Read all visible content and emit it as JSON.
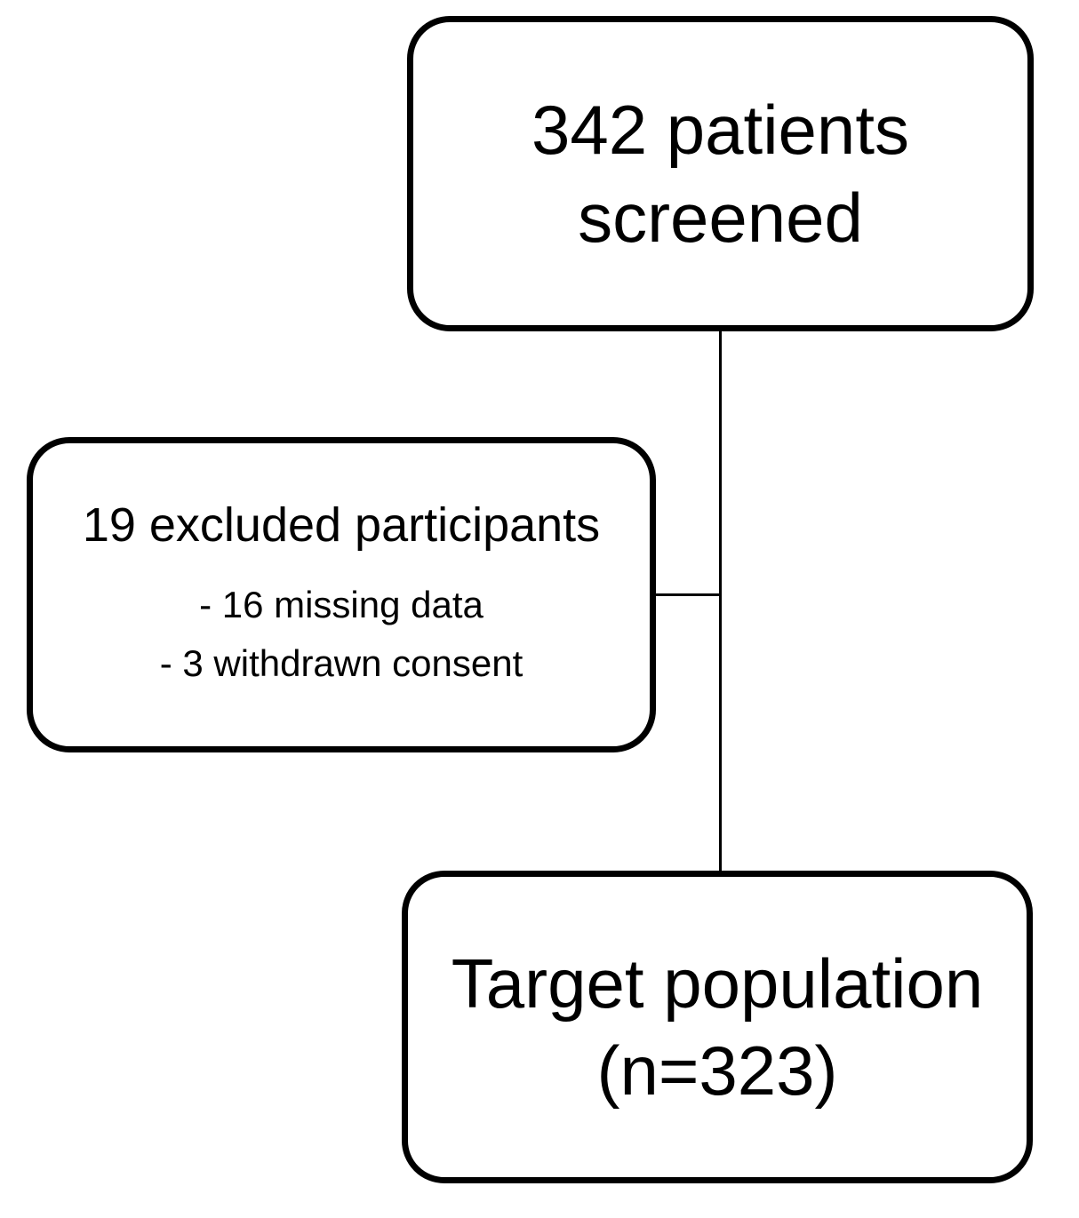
{
  "diagram": {
    "type": "flowchart",
    "colors": {
      "background": "#ffffff",
      "box_border": "#000000",
      "text": "#000000",
      "connector": "#000000"
    },
    "nodes": {
      "screened": {
        "line1": "342 patients",
        "line2": "screened"
      },
      "excluded": {
        "title": "19 excluded participants",
        "item1": "- 16 missing data",
        "item2": "- 3 withdrawn consent"
      },
      "target": {
        "line1": "Target population",
        "line2": "(n=323)"
      }
    },
    "edges": [
      {
        "from": "screened",
        "to": "target",
        "style": "vertical-line"
      },
      {
        "from": "excluded",
        "to": "screened-target-line",
        "style": "horizontal-stub"
      }
    ]
  }
}
